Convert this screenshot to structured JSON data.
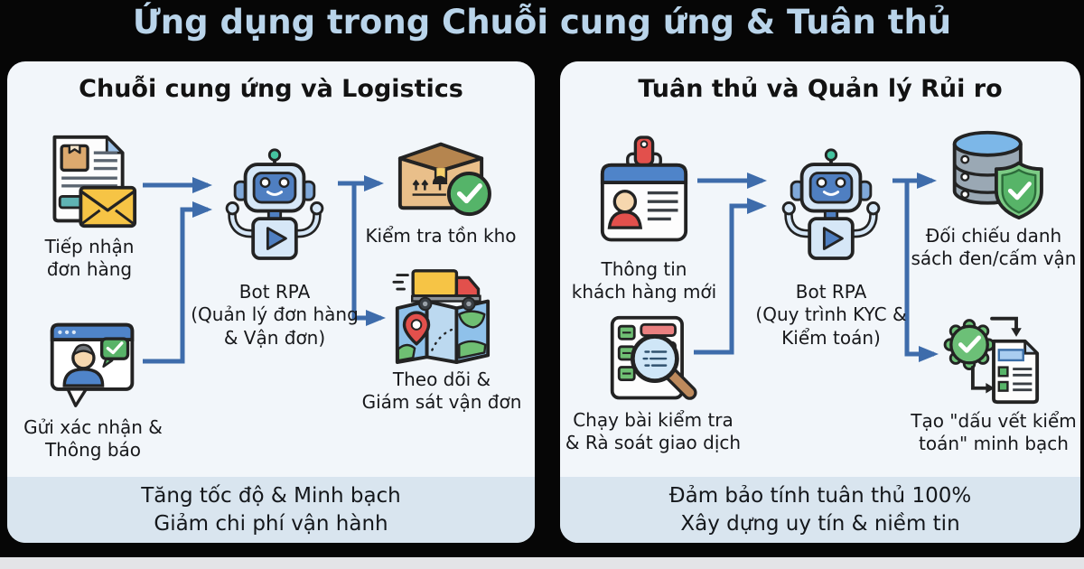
{
  "title": "Ứng dụng trong Chuỗi cung ứng & Tuân thủ",
  "colors": {
    "accent_arrow": "#3e6cab",
    "title_text": "#b9d4ea",
    "panel_bg": "#f2f6fa",
    "footer_band_bg": "#d9e5ef",
    "robot_blue": "#4f7fc1",
    "success_green": "#55b469",
    "alert_red": "#e2504c",
    "envelope_yellow": "#f6c445"
  },
  "panels": {
    "left": {
      "header": "Chuỗi cung ứng và Logistics",
      "inputs": [
        {
          "icon": "order-document-icon",
          "lines": [
            "Tiếp nhận",
            "đơn hàng"
          ]
        },
        {
          "icon": "confirmation-chat-icon",
          "lines": [
            "Gửi xác nhận &",
            "Thông báo"
          ]
        }
      ],
      "bot": {
        "lines": [
          "Bot RPA",
          "(Quản lý đơn hàng",
          "& Vận đơn)"
        ]
      },
      "outputs": [
        {
          "icon": "inventory-box-icon",
          "lines": [
            "Kiểm tra tồn kho"
          ]
        },
        {
          "icon": "map-truck-icon",
          "lines": [
            "Theo dõi &",
            "Giám sát vận đơn"
          ]
        }
      ],
      "footer": [
        "Tăng tốc độ & Minh bạch",
        "Giảm chi phí vận hành"
      ]
    },
    "right": {
      "header": "Tuân thủ và Quản lý Rủi ro",
      "inputs": [
        {
          "icon": "id-card-icon",
          "lines": [
            "Thông tin",
            "khách hàng mới"
          ]
        },
        {
          "icon": "audit-magnifier-icon",
          "lines": [
            "Chạy bài kiểm tra",
            "& Rà soát giao dịch"
          ]
        }
      ],
      "bot": {
        "lines": [
          "Bot RPA",
          "(Quy trình KYC &",
          "Kiểm toán)"
        ]
      },
      "outputs": [
        {
          "icon": "database-shield-icon",
          "lines": [
            "Đối chiếu danh",
            "sách đen/cấm vận"
          ]
        },
        {
          "icon": "audit-trail-icon",
          "lines": [
            "Tạo \"dấu vết kiểm",
            "toán\" minh bạch"
          ]
        }
      ],
      "footer": [
        "Đảm bảo tính tuân thủ 100%",
        "Xây dựng uy tín & niềm tin"
      ]
    }
  }
}
